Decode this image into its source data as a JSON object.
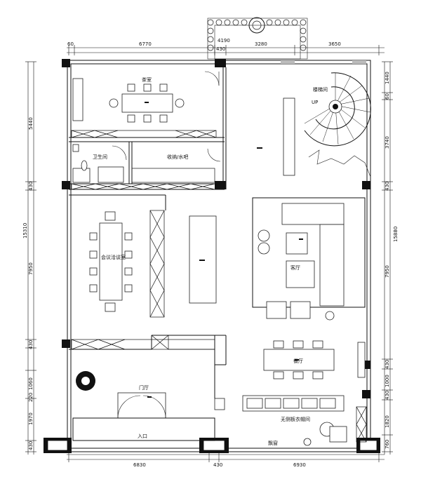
{
  "dimensions": {
    "top": [
      "60",
      "6770",
      "430",
      "3280",
      "3650"
    ],
    "top_terrace": "4190",
    "bottom": [
      "6830",
      "430",
      "6930"
    ],
    "left_overall": "15310",
    "left": [
      "5440",
      "430",
      "7950",
      "430",
      "1060",
      "220",
      "1970",
      "430"
    ],
    "right_overall": "15880",
    "right": [
      "1440",
      "60",
      "3740",
      "430",
      "7950",
      "430",
      "1000",
      "430",
      "1820",
      "760"
    ]
  },
  "rooms": {
    "tea_room": "茶室",
    "stair": "楼梯间",
    "up": "UP",
    "bathroom": "卫生间",
    "storage_bar": "收纳/水吧",
    "meeting": "会议洽谈室",
    "living": "客厅",
    "dining": "餐厅",
    "foyer": "门厅",
    "entrance": "入口",
    "wardrobe": "无侧板衣帽间",
    "bay_window": "飘窗"
  }
}
